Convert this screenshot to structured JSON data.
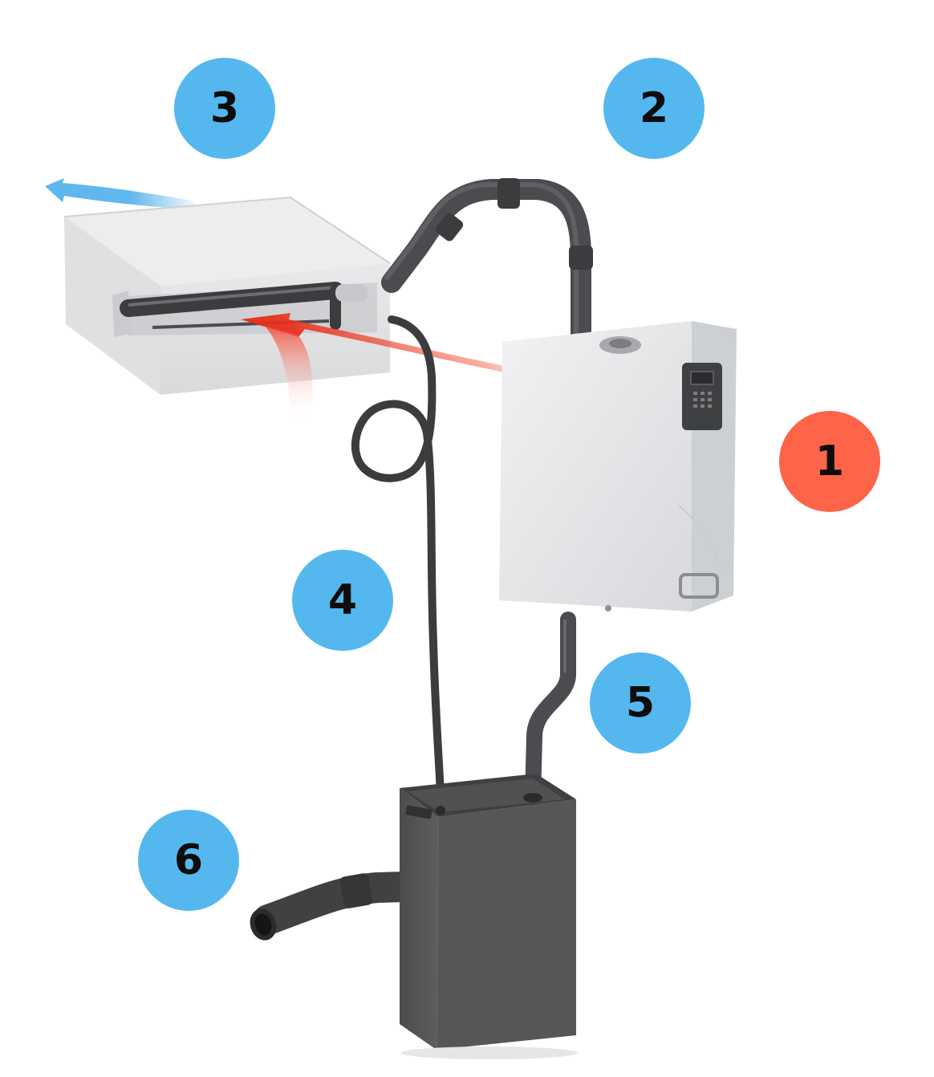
{
  "colors": {
    "badge_default": "#54b8ee",
    "badge_highlight": "#fe6448",
    "hose": "#4a4c4f",
    "hose_dark": "#2f3133",
    "unit_body": "#e6e7e9",
    "unit_shade": "#cfd1d4",
    "reservoir": "#545556",
    "reservoir_dark": "#3c3d3e",
    "duct_body": "#e4e5e7",
    "airflow_out": "#3aa6e8",
    "airflow_in": "#e8301f"
  },
  "badges": [
    {
      "id": "1",
      "label": "1",
      "highlight": true
    },
    {
      "id": "2",
      "label": "2",
      "highlight": false
    },
    {
      "id": "3",
      "label": "3",
      "highlight": false
    },
    {
      "id": "4",
      "label": "4",
      "highlight": false
    },
    {
      "id": "5",
      "label": "5",
      "highlight": false
    },
    {
      "id": "6",
      "label": "6",
      "highlight": false
    }
  ],
  "icons": {
    "humidifier": "humidifier-unit-icon",
    "steam_hose": "steam-hose-icon",
    "duct": "air-duct-icon",
    "condensate_hose": "condensate-hose-icon",
    "supply_hose": "supply-hose-icon",
    "reservoir": "water-reservoir-icon"
  }
}
